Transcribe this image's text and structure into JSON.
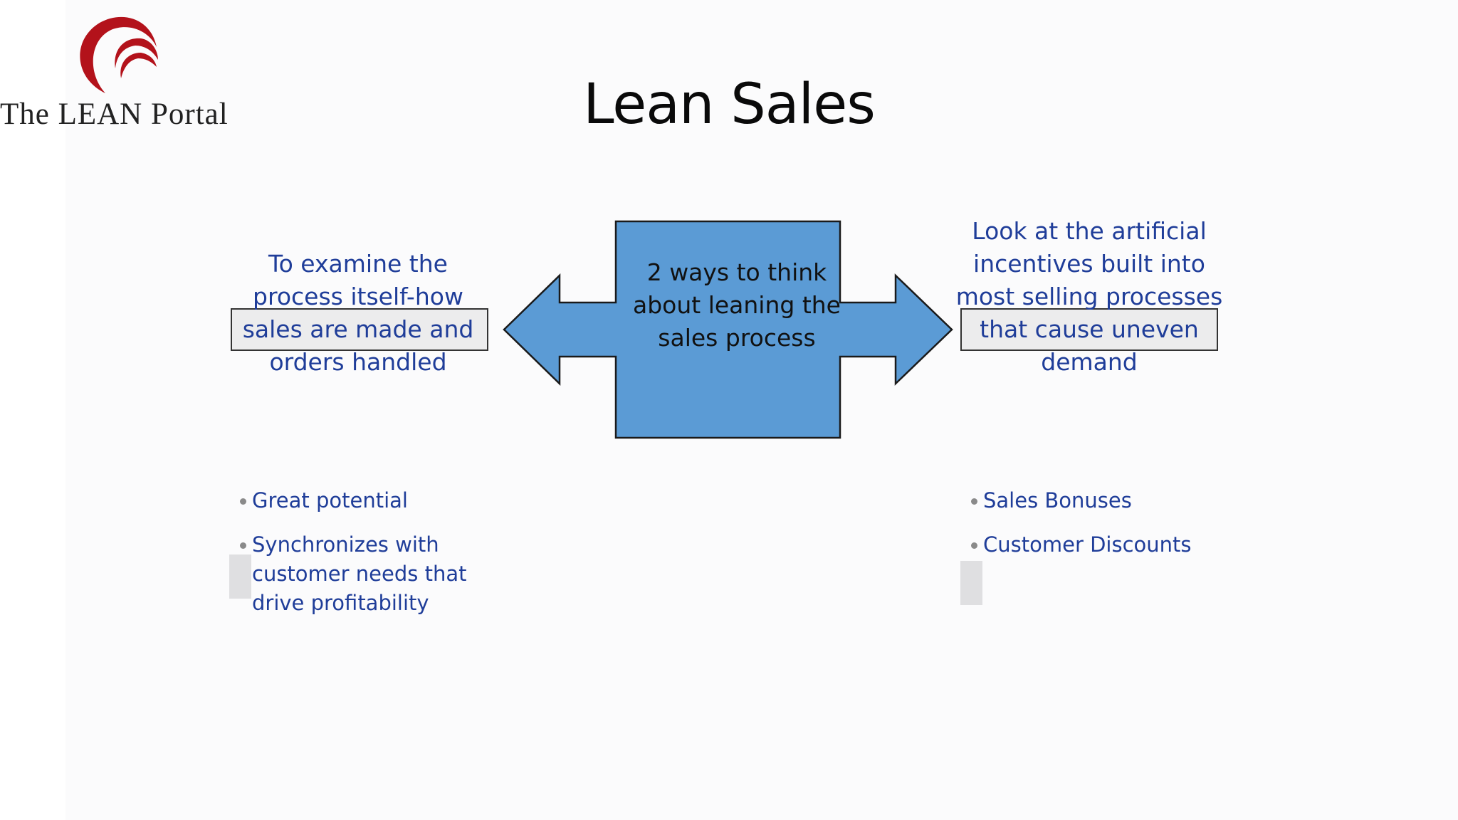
{
  "logo": {
    "text": "The LEAN Portal",
    "icon": "red-crescent-swirl",
    "color": "#b3121b"
  },
  "title": "Lean Sales",
  "center": {
    "label": "2 ways to think about leaning the sales process",
    "fill": "#5b9bd5"
  },
  "left": {
    "label": "To examine the process itself-how sales are made and orders handled",
    "bullets": [
      "Great potential",
      "Synchronizes with customer needs that drive profitability"
    ]
  },
  "right": {
    "label": "Look at the artificial incentives built into most selling processes that cause uneven demand",
    "bullets": [
      "Sales Bonuses",
      "Customer Discounts"
    ]
  },
  "colors": {
    "text_blue": "#1f3d99",
    "box_gray": "#ececed"
  }
}
